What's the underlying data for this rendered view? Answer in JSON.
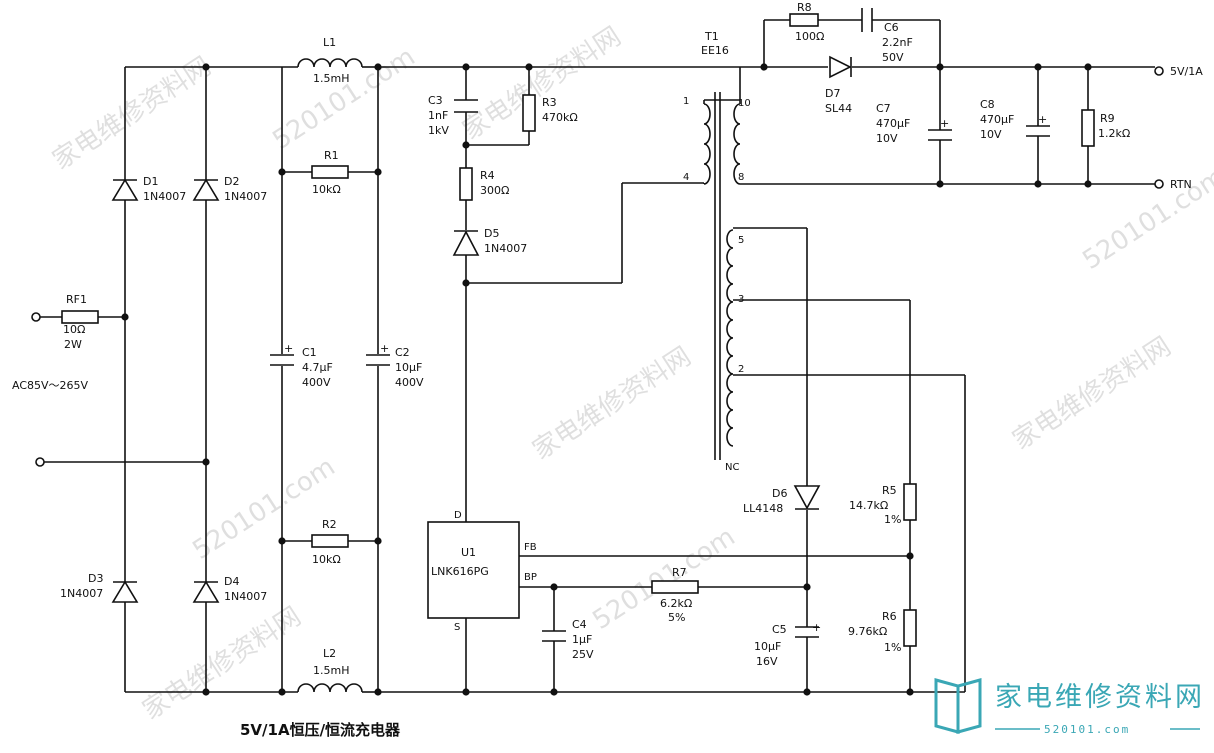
{
  "title": "5V/1A恒压/恒流充电器",
  "input": {
    "voltage": "AC85V～265V"
  },
  "output": {
    "positive": "5V/1A",
    "return": "RTN"
  },
  "components": {
    "RF1": {
      "ref": "RF1",
      "value": "10Ω",
      "rating": "2W"
    },
    "D1": {
      "ref": "D1",
      "value": "1N4007"
    },
    "D2": {
      "ref": "D2",
      "value": "1N4007"
    },
    "D3": {
      "ref": "D3",
      "value": "1N4007"
    },
    "D4": {
      "ref": "D4",
      "value": "1N4007"
    },
    "L1": {
      "ref": "L1",
      "value": "1.5mH"
    },
    "L2": {
      "ref": "L2",
      "value": "1.5mH"
    },
    "R1": {
      "ref": "R1",
      "value": "10kΩ"
    },
    "R2": {
      "ref": "R2",
      "value": "10kΩ"
    },
    "C1": {
      "ref": "C1",
      "value": "4.7μF",
      "rating": "400V"
    },
    "C2": {
      "ref": "C2",
      "value": "10μF",
      "rating": "400V"
    },
    "C3": {
      "ref": "C3",
      "value": "1nF",
      "rating": "1kV"
    },
    "R3": {
      "ref": "R3",
      "value": "470kΩ"
    },
    "R4": {
      "ref": "R4",
      "value": "300Ω"
    },
    "D5": {
      "ref": "D5",
      "value": "1N4007"
    },
    "U1": {
      "ref": "U1",
      "value": "LNK616PG",
      "pins": {
        "D": "D",
        "FB": "FB",
        "BP": "BP",
        "S": "S"
      }
    },
    "C4": {
      "ref": "C4",
      "value": "1μF",
      "rating": "25V"
    },
    "R7": {
      "ref": "R7",
      "value": "6.2kΩ",
      "tolerance": "5%"
    },
    "T1": {
      "ref": "T1",
      "value": "EE16",
      "pins": {
        "p1": "1",
        "p4": "4",
        "p10": "10",
        "p8": "8",
        "p5": "5",
        "p3": "3",
        "p2": "2",
        "nc": "NC"
      }
    },
    "R8": {
      "ref": "R8",
      "value": "100Ω"
    },
    "C6": {
      "ref": "C6",
      "value": "2.2nF",
      "rating": "50V"
    },
    "D7": {
      "ref": "D7",
      "value": "SL44"
    },
    "C7": {
      "ref": "C7",
      "value": "470μF",
      "rating": "10V"
    },
    "C8": {
      "ref": "C8",
      "value": "470μF",
      "rating": "10V"
    },
    "R9": {
      "ref": "R9",
      "value": "1.2kΩ"
    },
    "D6": {
      "ref": "D6",
      "value": "LL4148"
    },
    "C5": {
      "ref": "C5",
      "value": "10μF",
      "rating": "16V"
    },
    "R5": {
      "ref": "R5",
      "value": "14.7kΩ",
      "tolerance": "1%"
    },
    "R6": {
      "ref": "R6",
      "value": "9.76kΩ",
      "tolerance": "1%"
    }
  },
  "watermark": {
    "text": "家电维修资料网",
    "url": "520101.com"
  },
  "logo": {
    "name": "家电维修资料网",
    "url": "520101.com"
  }
}
